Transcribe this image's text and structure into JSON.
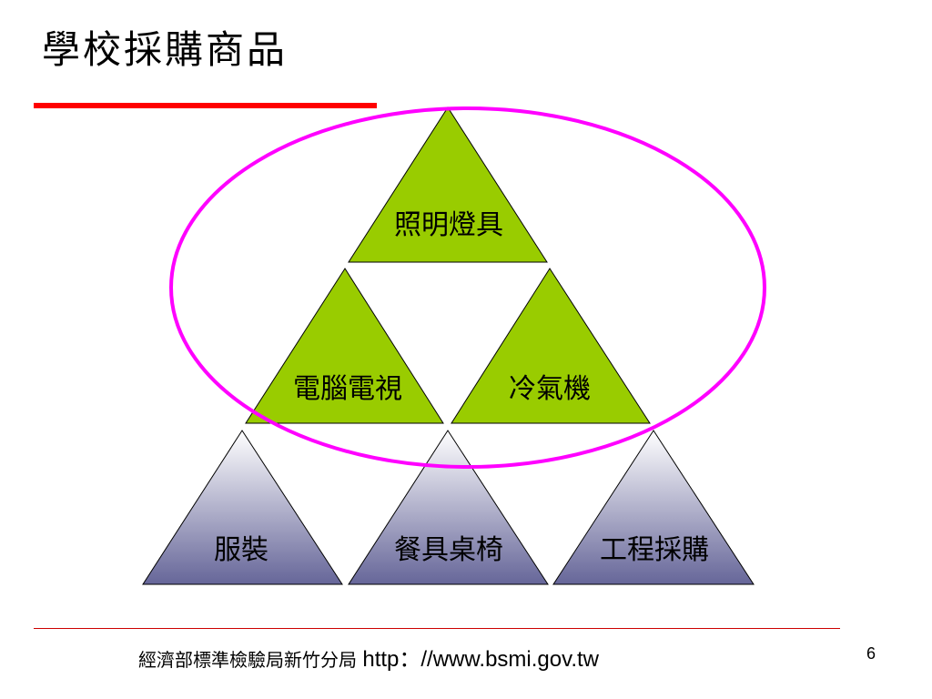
{
  "slide": {
    "title": "學校採購商品",
    "footer": {
      "org": "經濟部標準檢驗局新竹分局",
      "url": "http：//www.bsmi.gov.tw"
    },
    "page_number": "6"
  },
  "colors": {
    "accent_red": "#ff0000",
    "footer_rule": "#cc0000",
    "ellipse_stroke": "#ff00ff",
    "green_fill": "#99cc00",
    "blue_gradient_top": "#ffffff",
    "blue_gradient_bottom": "#666699"
  },
  "diagram": {
    "highlighted_group": [
      "照明燈具",
      "電腦電視",
      "冷氣機"
    ],
    "triangles": [
      {
        "label": "照明燈具",
        "style": "green"
      },
      {
        "label": "電腦電視",
        "style": "green"
      },
      {
        "label": "冷氣機",
        "style": "green"
      },
      {
        "label": "服裝",
        "style": "blue"
      },
      {
        "label": "餐具桌椅",
        "style": "blue"
      },
      {
        "label": "工程採購",
        "style": "blue"
      }
    ]
  }
}
